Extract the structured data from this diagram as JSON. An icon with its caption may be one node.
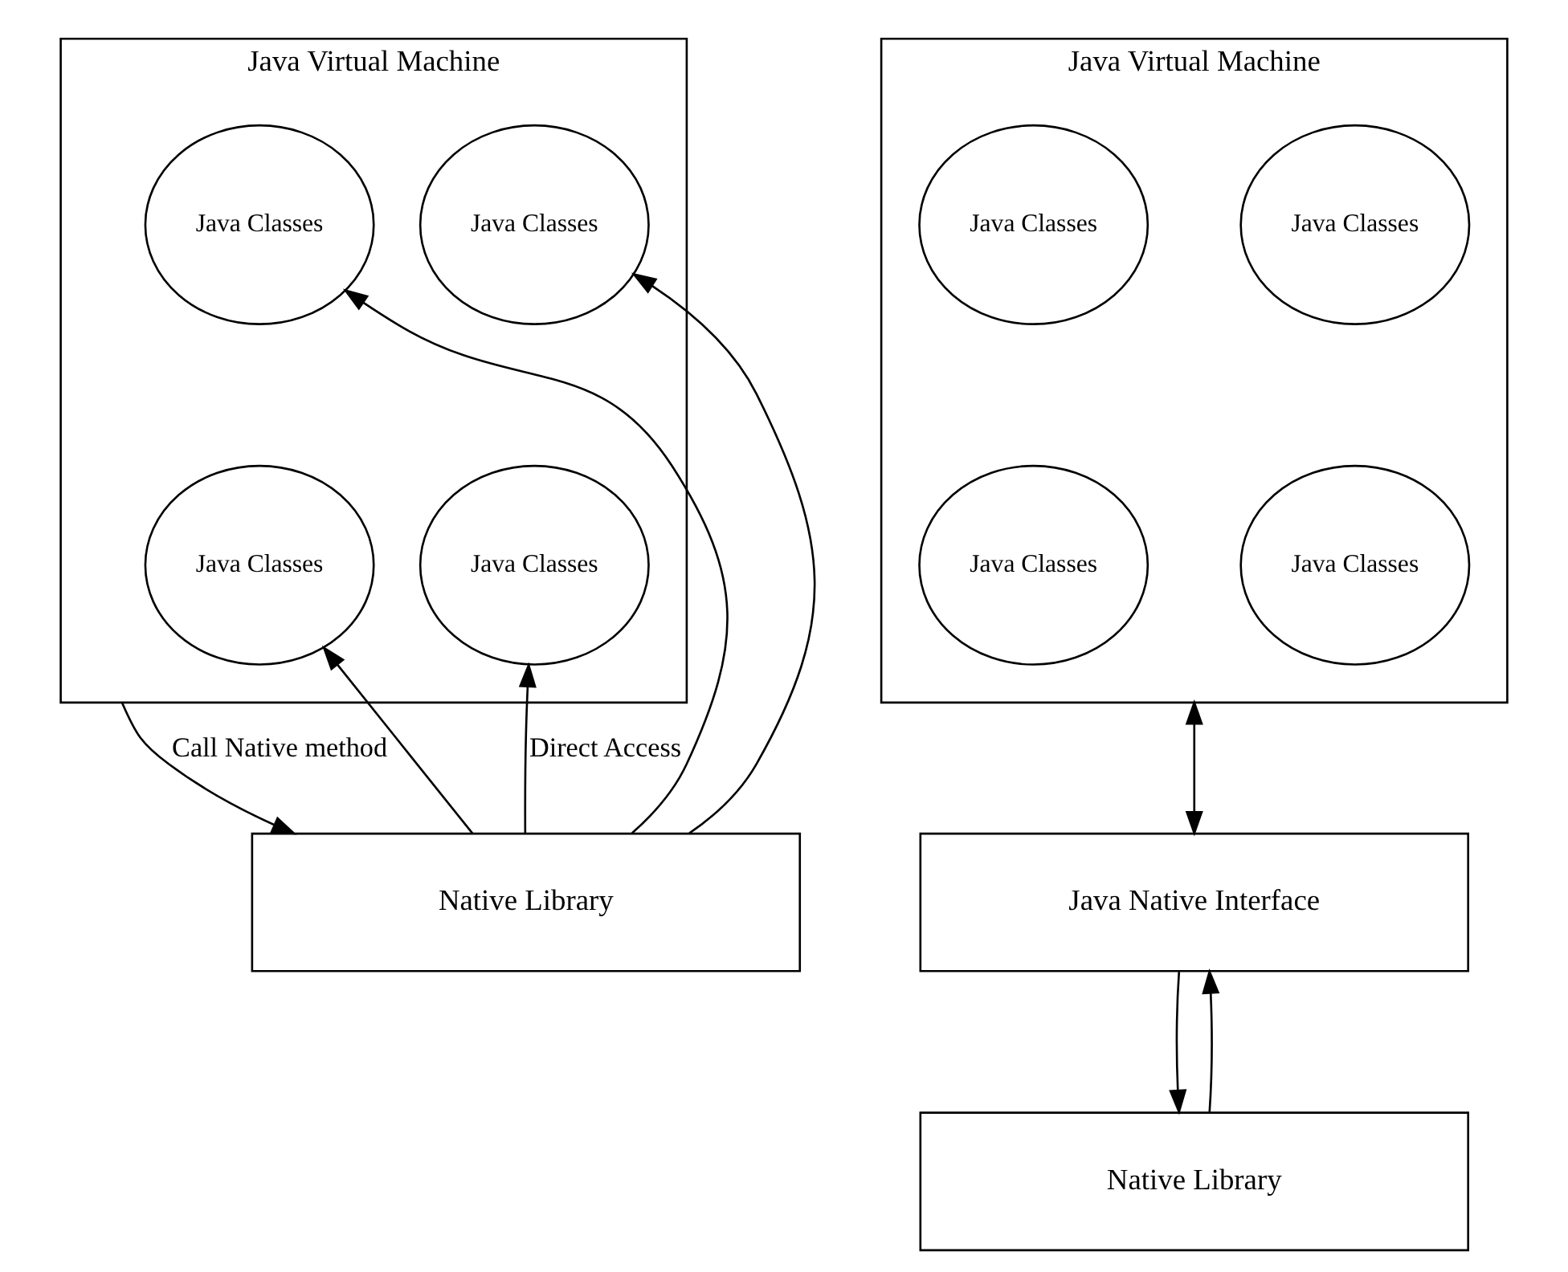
{
  "diagram": {
    "nodes": [
      {
        "text": [
          "Java Virtual Machine"
        ]
      },
      {
        "text": [
          "Java Classes"
        ],
        "in": 0
      },
      {
        "text": [
          "Java Classes"
        ],
        "in": 0
      },
      {
        "text": [
          "Java Classes"
        ],
        "in": 0
      },
      {
        "text": [
          "Java Classes"
        ],
        "in": 0
      },
      {
        "text": [
          "Native Library"
        ]
      },
      {
        "text": [
          "Java Virtual Machine"
        ]
      },
      {
        "text": [
          "Java Classes"
        ],
        "in": 6
      },
      {
        "text": [
          "Java Classes"
        ],
        "in": 6
      },
      {
        "text": [
          "Java Classes"
        ],
        "in": 6
      },
      {
        "text": [
          "Java Classes"
        ],
        "in": 6
      },
      {
        "text": [
          "Java Native Interface"
        ]
      },
      {
        "text": [
          "Native Library"
        ]
      }
    ],
    "edges": [
      {
        "from": 0,
        "to": 5,
        "arrow": "to",
        "label": "Call Native method"
      },
      {
        "from": 5,
        "to": 3,
        "arrow": "to"
      },
      {
        "from": 5,
        "to": 1,
        "arrow": "to"
      },
      {
        "from": 5,
        "to": 2,
        "arrow": "to"
      },
      {
        "from": 5,
        "to": 4,
        "arrow": "to",
        "label": "Direct Access"
      },
      {
        "from": 6,
        "to": 11,
        "arrow": "both"
      },
      {
        "from": 11,
        "to": 12,
        "arrow": "to"
      },
      {
        "from": 12,
        "to": 11,
        "arrow": "to"
      }
    ]
  }
}
